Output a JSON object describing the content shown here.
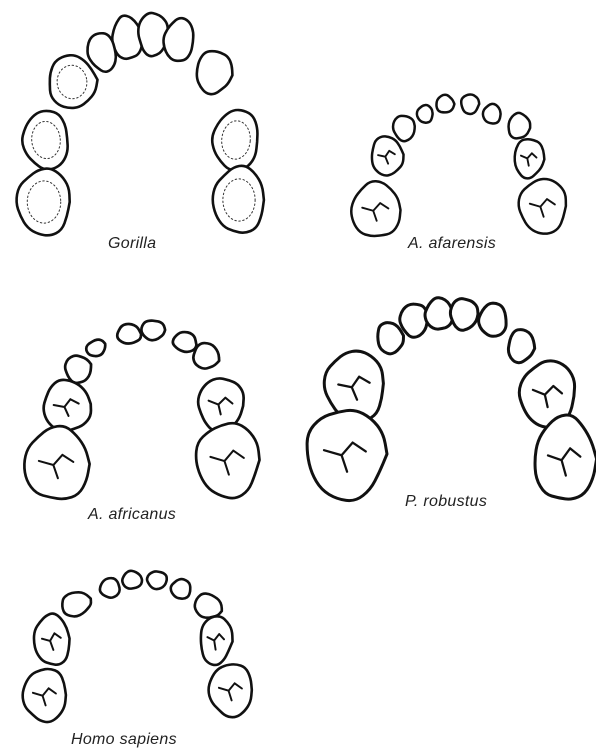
{
  "figure": {
    "labels": {
      "gorilla": "Gorilla",
      "afarensis": "A. afarensis",
      "africanus": "A. africanus",
      "robustus": "P. robustus",
      "sapiens": "Homo sapiens"
    }
  }
}
